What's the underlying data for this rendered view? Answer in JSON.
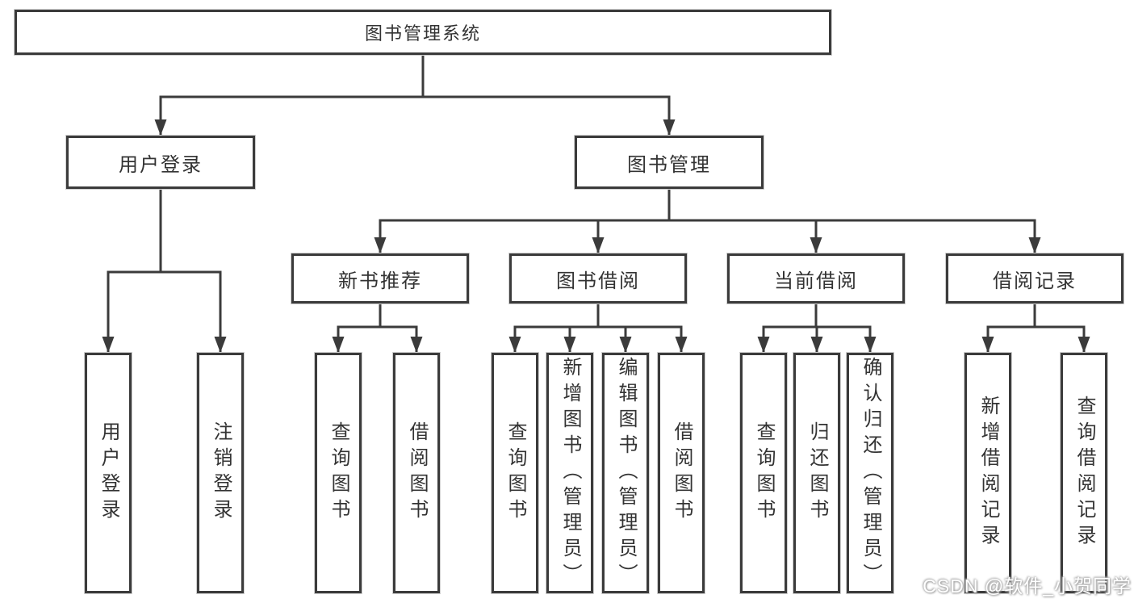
{
  "colors": {
    "background": "#ffffff",
    "line": "#3b3b3b",
    "text": "#333333",
    "watermark_text": "#ffffff",
    "watermark_shadow": "#9a9a9a"
  },
  "tree": {
    "root": {
      "label": "图书管理系统"
    },
    "children": [
      {
        "label": "用户登录",
        "children": [
          {
            "label": "用户登录"
          },
          {
            "label": "注销登录"
          }
        ]
      },
      {
        "label": "图书管理",
        "children": [
          {
            "label": "新书推荐",
            "children": [
              {
                "label": "查询图书"
              },
              {
                "label": "借阅图书"
              }
            ]
          },
          {
            "label": "图书借阅",
            "children": [
              {
                "label": "查询图书"
              },
              {
                "label": "新增图书（管理员）"
              },
              {
                "label": "编辑图书（管理员）"
              },
              {
                "label": "借阅图书"
              }
            ]
          },
          {
            "label": "当前借阅",
            "children": [
              {
                "label": "查询图书"
              },
              {
                "label": "归还图书"
              },
              {
                "label": "确认归还（管理员）"
              }
            ]
          },
          {
            "label": "借阅记录",
            "children": [
              {
                "label": "新增借阅记录"
              },
              {
                "label": "查询借阅记录"
              }
            ]
          }
        ]
      }
    ]
  },
  "watermark": {
    "text": "CSDN @软件_小贺同学"
  }
}
